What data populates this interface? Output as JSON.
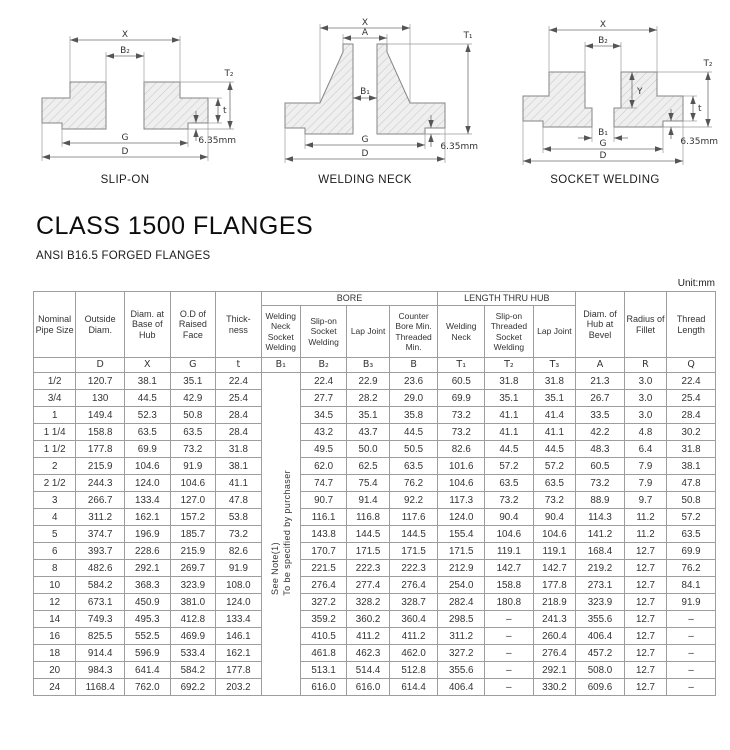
{
  "page": {
    "title": "CLASS 1500 FLANGES",
    "subtitle": "ANSI B16.5 FORGED FLANGES",
    "unit_label": "Unit:mm"
  },
  "diagrams": {
    "slip_on": {
      "caption": "SLIP-ON",
      "x": "X",
      "b2": "B₂",
      "g": "G",
      "d": "D",
      "t": "t",
      "t2": "T₂",
      "face": "6.35mm"
    },
    "welding_neck": {
      "caption": "WELDING NECK",
      "x": "X",
      "a": "A",
      "b1": "B₁",
      "g": "G",
      "d": "D",
      "t1": "T₁",
      "face": "6.35mm"
    },
    "socket_welding": {
      "caption": "SOCKET WELDING",
      "x": "X",
      "b2": "B₂",
      "y": "Y",
      "b1": "B₁",
      "g": "G",
      "d": "D",
      "t": "t",
      "t2": "T₂",
      "face": "6.35mm"
    }
  },
  "table": {
    "col_groups": {
      "bore": "BORE",
      "length_thru_hub": "LENGTH THRU HUB"
    },
    "headers": {
      "nominal_pipe_size": "Nominal Pipe Size",
      "outside_diam": "Outside Diam.",
      "diam_base_hub": "Diam. at Base of Hub",
      "od_raised_face": "O.D of Raised Face",
      "thickness": "Thick-ness",
      "bore_welding_neck": "Welding Neck Socket Welding",
      "bore_slip_on": "Slip-on Socket Welding",
      "bore_lap_joint": "Lap Joint",
      "bore_counter": "Counter Bore Min. Threaded Min.",
      "hub_welding_neck": "Welding Neck",
      "hub_slip_on": "Slip-on Threaded Socket Welding",
      "hub_lap_joint": "Lap Joint",
      "diam_hub_bevel": "Diam. of Hub at Bevel",
      "radius_fillet": "Radius of Fillet",
      "thread_length": "Thread Length"
    },
    "letters": [
      "",
      "D",
      "X",
      "G",
      "t",
      "B₁",
      "B₂",
      "B₃",
      "B",
      "T₁",
      "T₂",
      "T₃",
      "A",
      "R",
      "Q"
    ],
    "note": {
      "line1": "See Note(1)",
      "line2": "To be specified by purchaser"
    },
    "rows": [
      [
        "1/2",
        "120.7",
        "38.1",
        "35.1",
        "22.4",
        "22.4",
        "22.9",
        "23.6",
        "60.5",
        "31.8",
        "31.8",
        "21.3",
        "3.0",
        "22.4"
      ],
      [
        "3/4",
        "130",
        "44.5",
        "42.9",
        "25.4",
        "27.7",
        "28.2",
        "29.0",
        "69.9",
        "35.1",
        "35.1",
        "26.7",
        "3.0",
        "25.4"
      ],
      [
        "1",
        "149.4",
        "52.3",
        "50.8",
        "28.4",
        "34.5",
        "35.1",
        "35.8",
        "73.2",
        "41.1",
        "41.4",
        "33.5",
        "3.0",
        "28.4"
      ],
      [
        "1 1/4",
        "158.8",
        "63.5",
        "63.5",
        "28.4",
        "43.2",
        "43.7",
        "44.5",
        "73.2",
        "41.1",
        "41.1",
        "42.2",
        "4.8",
        "30.2"
      ],
      [
        "1 1/2",
        "177.8",
        "69.9",
        "73.2",
        "31.8",
        "49.5",
        "50.0",
        "50.5",
        "82.6",
        "44.5",
        "44.5",
        "48.3",
        "6.4",
        "31.8"
      ],
      [
        "2",
        "215.9",
        "104.6",
        "91.9",
        "38.1",
        "62.0",
        "62.5",
        "63.5",
        "101.6",
        "57.2",
        "57.2",
        "60.5",
        "7.9",
        "38.1"
      ],
      [
        "2 1/2",
        "244.3",
        "124.0",
        "104.6",
        "41.1",
        "74.7",
        "75.4",
        "76.2",
        "104.6",
        "63.5",
        "63.5",
        "73.2",
        "7.9",
        "47.8"
      ],
      [
        "3",
        "266.7",
        "133.4",
        "127.0",
        "47.8",
        "90.7",
        "91.4",
        "92.2",
        "117.3",
        "73.2",
        "73.2",
        "88.9",
        "9.7",
        "50.8"
      ],
      [
        "4",
        "311.2",
        "162.1",
        "157.2",
        "53.8",
        "116.1",
        "116.8",
        "117.6",
        "124.0",
        "90.4",
        "90.4",
        "114.3",
        "11.2",
        "57.2"
      ],
      [
        "5",
        "374.7",
        "196.9",
        "185.7",
        "73.2",
        "143.8",
        "144.5",
        "144.5",
        "155.4",
        "104.6",
        "104.6",
        "141.2",
        "11.2",
        "63.5"
      ],
      [
        "6",
        "393.7",
        "228.6",
        "215.9",
        "82.6",
        "170.7",
        "171.5",
        "171.5",
        "171.5",
        "119.1",
        "119.1",
        "168.4",
        "12.7",
        "69.9"
      ],
      [
        "8",
        "482.6",
        "292.1",
        "269.7",
        "91.9",
        "221.5",
        "222.3",
        "222.3",
        "212.9",
        "142.7",
        "142.7",
        "219.2",
        "12.7",
        "76.2"
      ],
      [
        "10",
        "584.2",
        "368.3",
        "323.9",
        "108.0",
        "276.4",
        "277.4",
        "276.4",
        "254.0",
        "158.8",
        "177.8",
        "273.1",
        "12.7",
        "84.1"
      ],
      [
        "12",
        "673.1",
        "450.9",
        "381.0",
        "124.0",
        "327.2",
        "328.2",
        "328.7",
        "282.4",
        "180.8",
        "218.9",
        "323.9",
        "12.7",
        "91.9"
      ],
      [
        "14",
        "749.3",
        "495.3",
        "412.8",
        "133.4",
        "359.2",
        "360.2",
        "360.4",
        "298.5",
        "–",
        "241.3",
        "355.6",
        "12.7",
        "–"
      ],
      [
        "16",
        "825.5",
        "552.5",
        "469.9",
        "146.1",
        "410.5",
        "411.2",
        "411.2",
        "311.2",
        "–",
        "260.4",
        "406.4",
        "12.7",
        "–"
      ],
      [
        "18",
        "914.4",
        "596.9",
        "533.4",
        "162.1",
        "461.8",
        "462.3",
        "462.0",
        "327.2",
        "–",
        "276.4",
        "457.2",
        "12.7",
        "–"
      ],
      [
        "20",
        "984.3",
        "641.4",
        "584.2",
        "177.8",
        "513.1",
        "514.4",
        "512.8",
        "355.6",
        "–",
        "292.1",
        "508.0",
        "12.7",
        "–"
      ],
      [
        "24",
        "1168.4",
        "762.0",
        "692.2",
        "203.2",
        "616.0",
        "616.0",
        "614.4",
        "406.4",
        "–",
        "330.2",
        "609.6",
        "12.7",
        "–"
      ]
    ]
  }
}
